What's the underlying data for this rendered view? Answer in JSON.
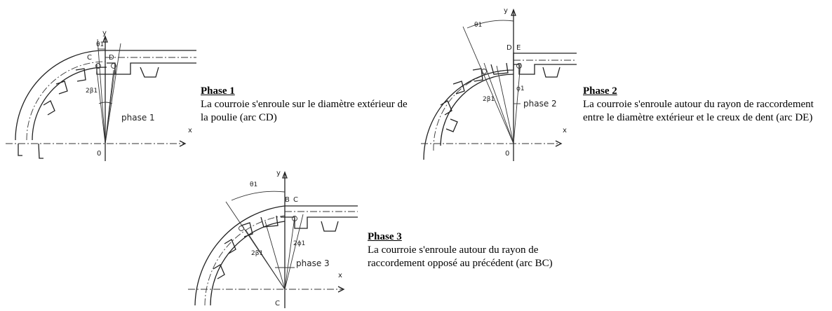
{
  "figures": [
    {
      "labels": {
        "axis_y": "y",
        "axis_x": "x",
        "origin": "0",
        "theta": "θ1",
        "beta": "2β1",
        "point1": "C",
        "point2": "D",
        "phase": "phase 1"
      },
      "title": "Phase 1",
      "description": "La courroie s'enroule sur le diamètre extérieur de la poulie (arc CD)"
    },
    {
      "labels": {
        "axis_y": "y",
        "axis_x": "x",
        "origin": "0",
        "theta": "θ1",
        "beta": "2β1",
        "phi": "ϕ1",
        "point1": "D",
        "point2": "E",
        "phase": "phase 2"
      },
      "title": "Phase 2",
      "description": "La courroie s'enroule autour du rayon de raccordement entre le diamètre extérieur et le creux de dent (arc DE)"
    },
    {
      "labels": {
        "axis_y": "y",
        "axis_x": "x",
        "origin": "C",
        "theta": "θ1",
        "beta": "2β1",
        "phi": "2ϕ1",
        "point1": "B",
        "point2": "C",
        "phase": "phase 3"
      },
      "title": "Phase 3",
      "description": "La courroie s'enroule autour du rayon de raccordement opposé au précédent (arc BC)"
    }
  ]
}
